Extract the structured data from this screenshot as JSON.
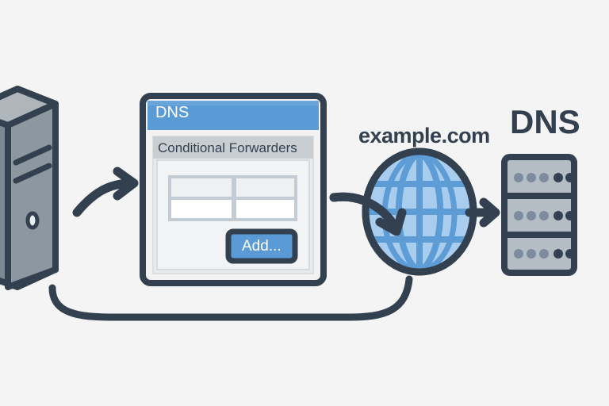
{
  "diagram": {
    "background_color": "#f4f4f4",
    "stroke_color": "#32404f",
    "accent_blue": "#5b9bd5",
    "globe_fill": "#a8cdee",
    "globe_grid": "#5d9cd5",
    "server_light": "#aeb6bc",
    "server_dark": "#7e8a93",
    "rack_face": "#b4bcc4"
  },
  "nodes": {
    "client_server": {
      "name": "client-server-tower",
      "icon": "server-tower-icon"
    },
    "dns_window": {
      "title": "DNS",
      "panel_title": "Conditional Forwarders",
      "button_label": "Add...",
      "table": {
        "columns": 2,
        "rows": 2,
        "cells": [
          [
            "",
            ""
          ],
          [
            "",
            ""
          ]
        ]
      }
    },
    "internet": {
      "label": "example.com",
      "icon": "globe-icon"
    },
    "dns_server": {
      "label": "DNS",
      "icon": "server-rack-icon",
      "units": 3,
      "leds_per_unit": 5,
      "led_colors": [
        "#7c8c9e",
        "#7c8c9e",
        "#7c8c9e",
        "#32404f",
        "#32404f"
      ]
    }
  },
  "connectors": [
    {
      "name": "arrow-client-to-window",
      "type": "curved-arrow",
      "direction": "right"
    },
    {
      "name": "arrow-window-to-globe",
      "type": "curved-arrow",
      "direction": "down-right"
    },
    {
      "name": "arrow-globe-to-dns-server",
      "type": "straight-arrow",
      "direction": "right"
    },
    {
      "name": "return-path-globe-to-client",
      "type": "curved-line",
      "direction": "left"
    }
  ]
}
